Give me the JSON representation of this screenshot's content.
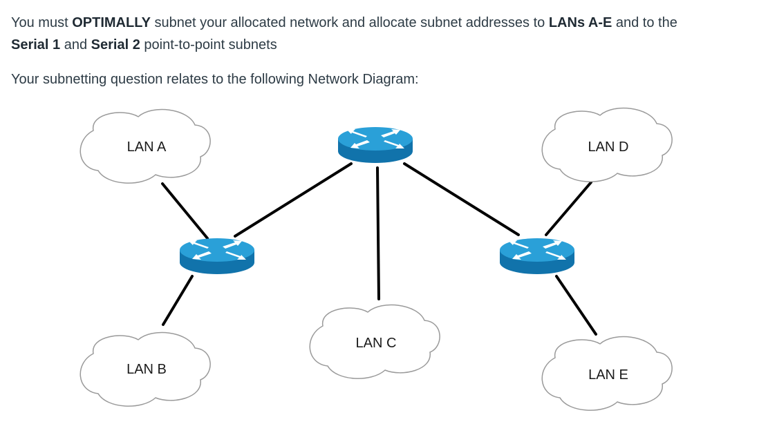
{
  "paragraph1": {
    "t1": "You must ",
    "b1": "OPTIMALLY",
    "t2": " subnet your allocated network and allocate subnet addresses to ",
    "b2": "LANs A-E",
    "t3": " and to the ",
    "b3": "Serial 1",
    "t4": " and ",
    "b4": "Serial 2",
    "t5": " point-to-point subnets"
  },
  "paragraph2": "Your subnetting question relates to the following Network Diagram:",
  "diagram": {
    "lans": {
      "a": "LAN A",
      "b": "LAN B",
      "c": "LAN C",
      "d": "LAN D",
      "e": "LAN E"
    },
    "colors": {
      "router_top": "#2aa0d8",
      "router_side": "#1173ab",
      "cloud_outline": "#9a9a9a",
      "link": "#000000"
    },
    "icons": [
      "cloud-icon",
      "router-icon"
    ]
  }
}
